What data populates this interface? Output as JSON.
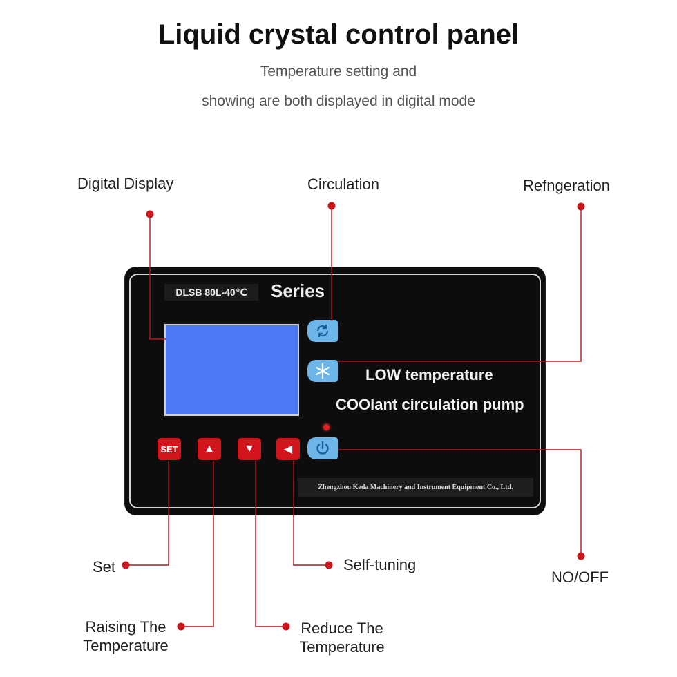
{
  "header": {
    "title": "Liquid crystal control panel",
    "subtitle_line1": "Temperature setting and",
    "subtitle_line2": "showing are both displayed in digital mode"
  },
  "callouts": {
    "digital_display": "Digital Display",
    "circulation": "Circulation",
    "refrigeration": "Refngeration",
    "set": "Set",
    "raising_line1": "Raising The",
    "raising_line2": "Temperature",
    "reduce_line1": "Reduce The",
    "reduce_line2": "Temperature",
    "self_tuning": "Self-tuning",
    "on_off": "NO/OFF"
  },
  "panel": {
    "model": "DLSB 80L-40℃",
    "series": "Series",
    "text_line1": "LOW temperature",
    "text_line2": "COOlant circulation pump",
    "manufacturer": "Zhengzhou Keda Machinery and Instrument Equipment Co., Ltd.",
    "buttons": {
      "set": "SET",
      "up_icon": "▲",
      "down_icon": "▼",
      "left_icon": "◀",
      "circulation_icon": "circulation-icon",
      "snowflake_icon": "snowflake-icon",
      "power_icon": "power-icon"
    }
  },
  "colors": {
    "callout_line": "#b5171b",
    "lcd": "#4d78f8",
    "blue_button": "#6cb6ea",
    "red_button": "#d2141c",
    "panel": "#0d0d0d"
  }
}
